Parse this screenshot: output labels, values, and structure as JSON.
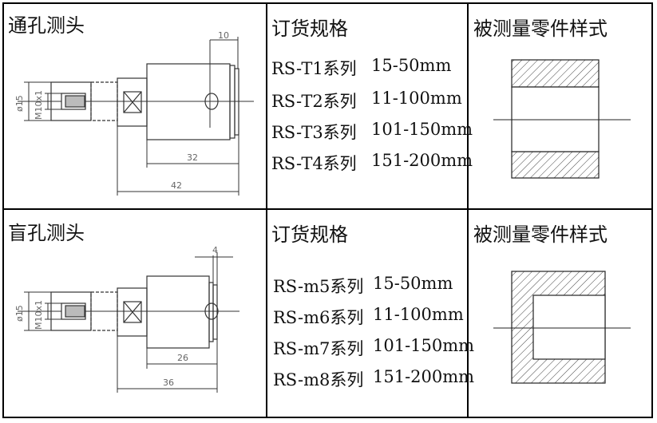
{
  "rows": [
    {
      "probe_title": "通孔测头",
      "spec_title": "订货规格",
      "part_title": "被测量零件样式",
      "specs": [
        {
          "model": "RS-T1系列",
          "range": "15-50mm"
        },
        {
          "model": "RS-T2系列",
          "range": "11-100mm"
        },
        {
          "model": "RS-T3系列",
          "range": "101-150mm"
        },
        {
          "model": "RS-T4系列",
          "range": "151-200mm"
        }
      ],
      "dims": {
        "top": "10",
        "dia": "ø15",
        "thread": "M10x1",
        "inner": "32",
        "outer": "42"
      }
    },
    {
      "probe_title": "盲孔测头",
      "spec_title": "订货规格",
      "part_title": "被测量零件样式",
      "specs": [
        {
          "model": "RS-m5系列",
          "range": "15-50mm"
        },
        {
          "model": "RS-m6系列",
          "range": "11-100mm"
        },
        {
          "model": "RS-m7系列",
          "range": "101-150mm"
        },
        {
          "model": "RS-m8系列",
          "range": "151-200mm"
        }
      ],
      "dims": {
        "top": "4",
        "dia": "ø15",
        "thread": "M10x1",
        "inner": "26",
        "outer": "36"
      }
    }
  ]
}
